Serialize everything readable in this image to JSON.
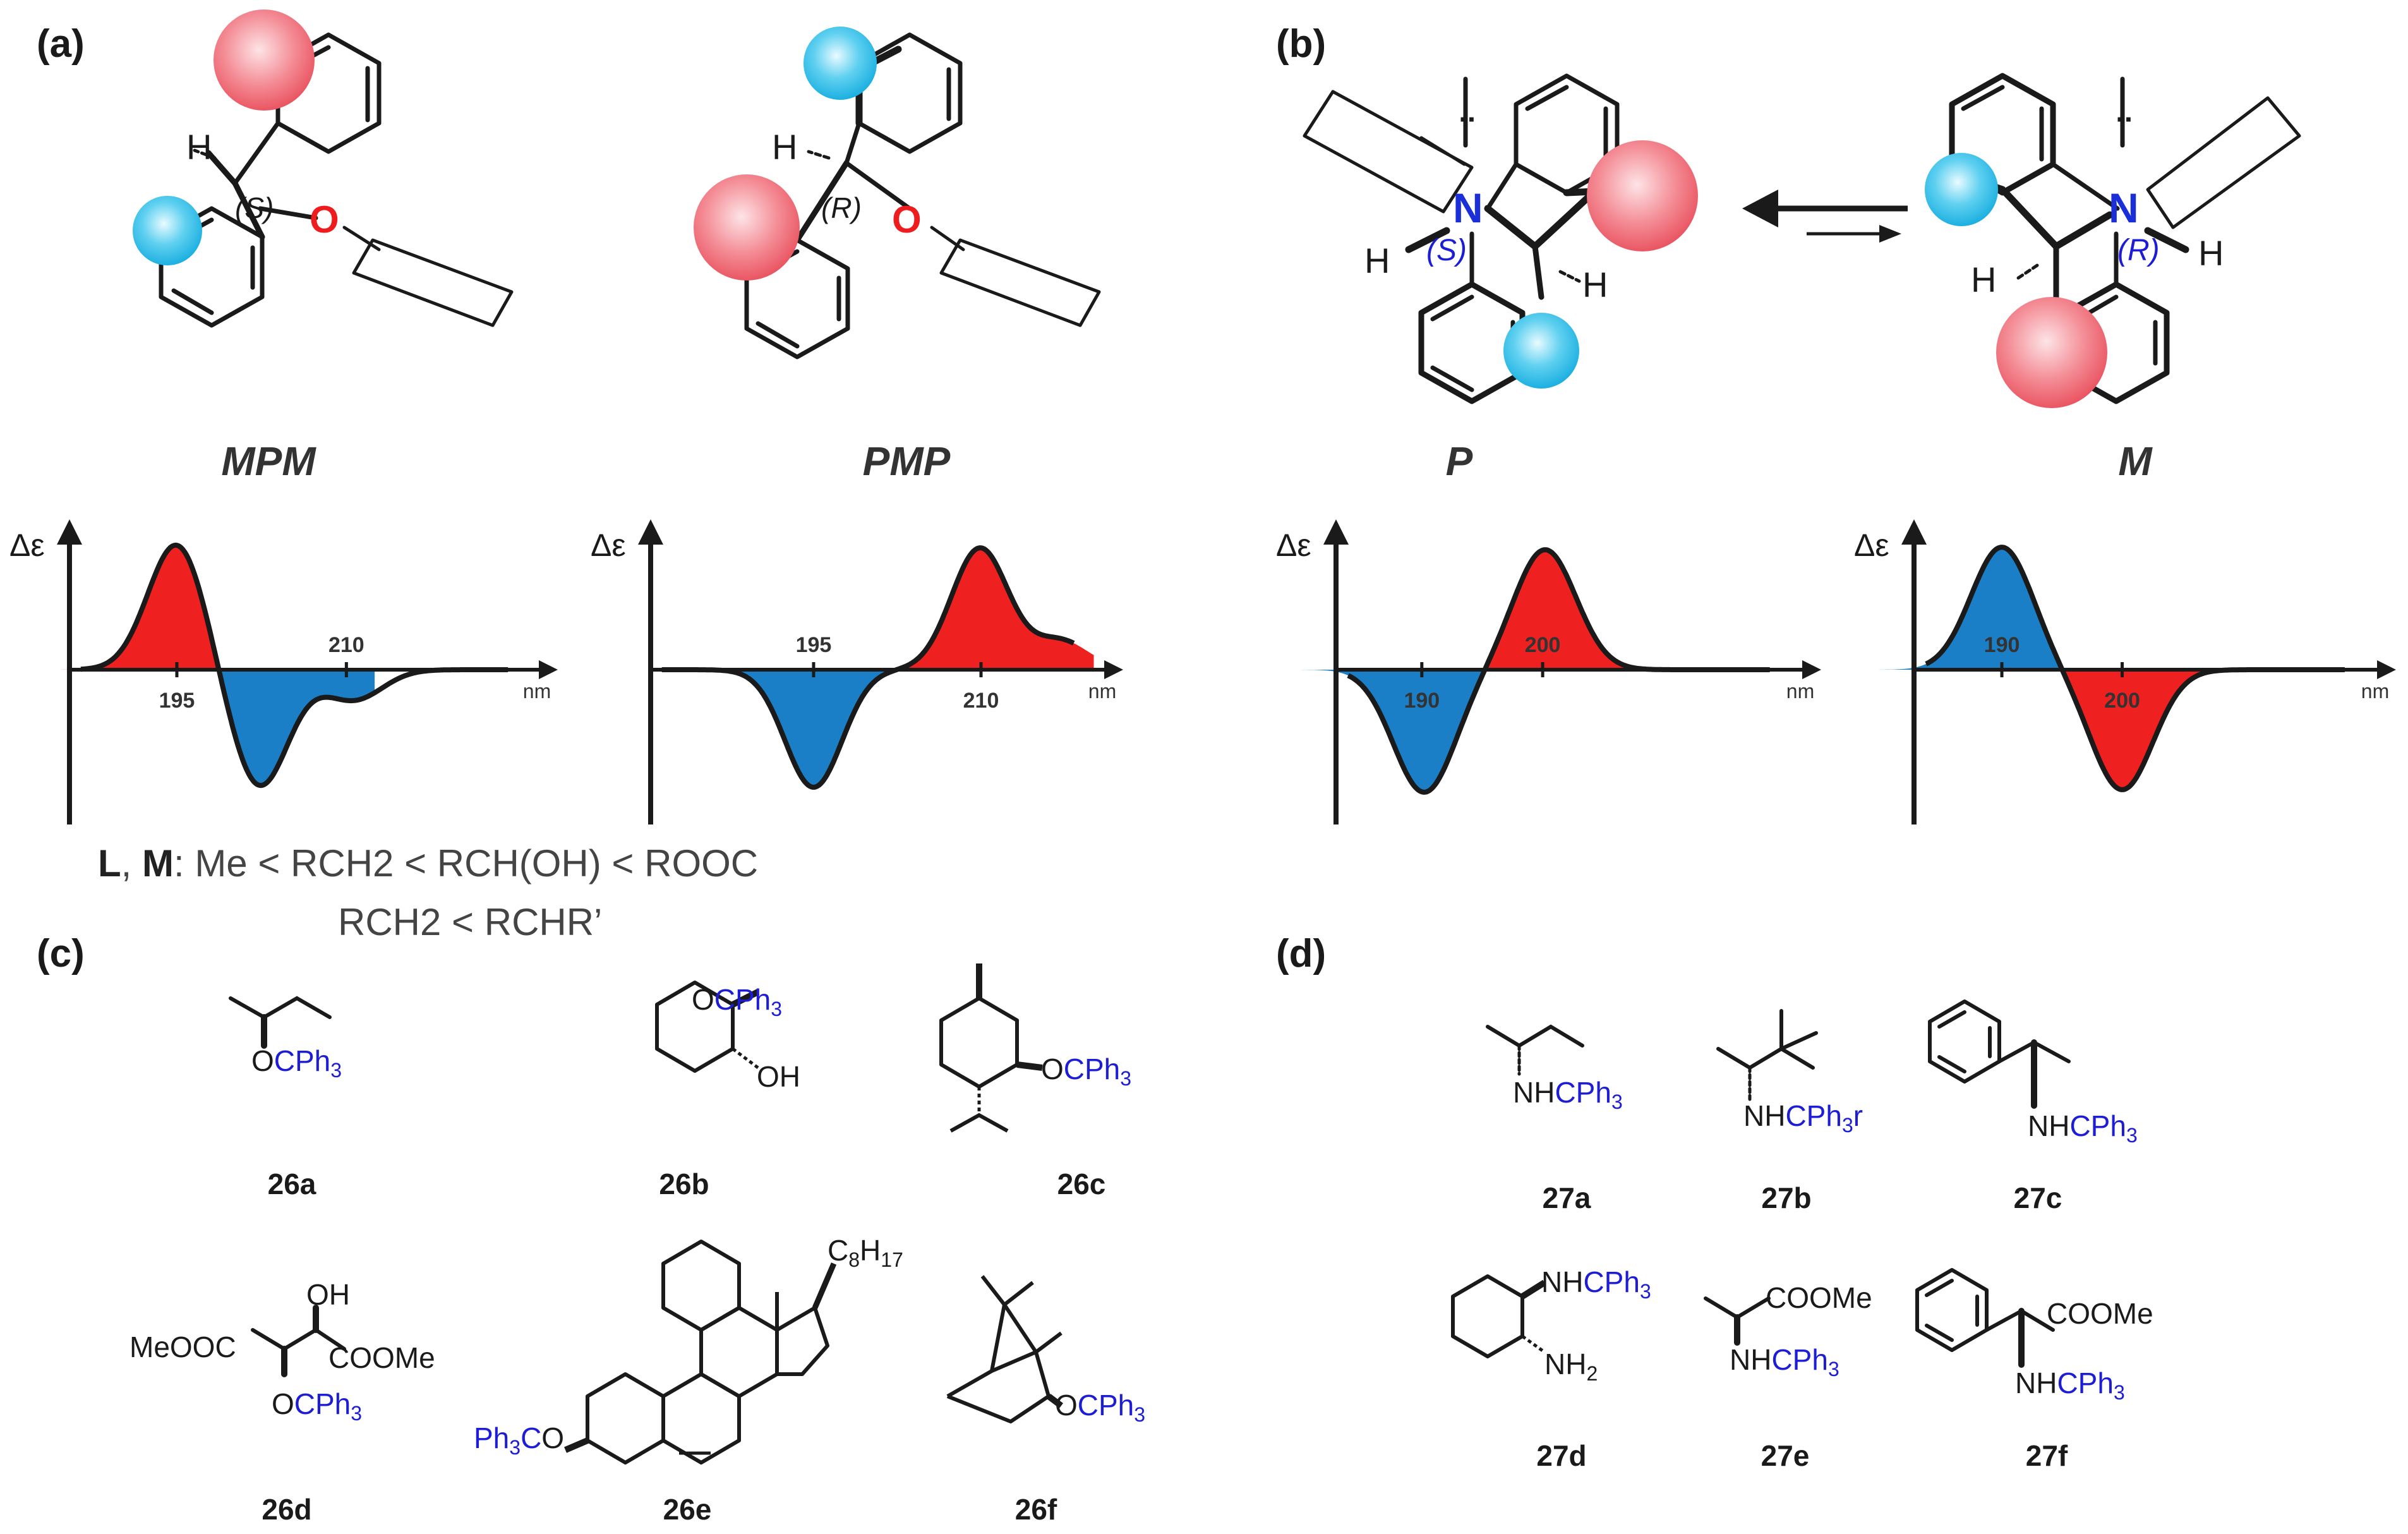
{
  "colors": {
    "positive_band": "#ee2020",
    "negative_band": "#1a7fc6",
    "hetero_atom_o": "#ee1c1c",
    "hetero_atom_n": "#1b2fd8",
    "group_label": "#1d1dd6",
    "large_substituent": "#f07a84",
    "medium_substituent": "#27b6e6",
    "ink": "#1a1a1a"
  },
  "icons": [
    "equilibrium-arrow-icon",
    "substituent-sphere-icon",
    "benzene-ring-icon"
  ],
  "panels": {
    "a": {
      "label": "(a)",
      "conformers": [
        {
          "name": "MPM",
          "stereo": "S",
          "h": "H",
          "o": "O"
        },
        {
          "name": "PMP",
          "stereo": "R",
          "h": "H",
          "o": "O"
        }
      ]
    },
    "b": {
      "label": "(b)",
      "conformers": [
        {
          "name": "P",
          "stereo": "S",
          "n": "N",
          "lone_pair": "¨",
          "h1": "H",
          "h2": "H"
        },
        {
          "name": "M",
          "stereo": "R",
          "n": "N",
          "lone_pair": "¨",
          "h1": "H",
          "h2": "H"
        }
      ]
    },
    "c": {
      "label": "(c)",
      "compounds": [
        {
          "id": "26a",
          "labels": {
            "g": "OCPh3"
          }
        },
        {
          "id": "26b",
          "labels": {
            "g": "OCPh3",
            "oh": "OH"
          }
        },
        {
          "id": "26c",
          "labels": {
            "g": "OCPh3"
          }
        },
        {
          "id": "26d",
          "labels": {
            "oh": "OH",
            "left": "MeOOC",
            "right": "COOMe",
            "g": "OCPh3"
          }
        },
        {
          "id": "26e",
          "labels": {
            "g": "Ph3CO",
            "side": "C8H17"
          }
        },
        {
          "id": "26f",
          "labels": {
            "g": "OCPh3"
          }
        }
      ]
    },
    "d": {
      "label": "(d)",
      "compounds": [
        {
          "id": "27a",
          "labels": {
            "nh": "NH",
            "g": "CPh3"
          }
        },
        {
          "id": "27b",
          "labels": {
            "nh": "NH",
            "g": "CPh3r"
          }
        },
        {
          "id": "27c",
          "labels": {
            "nh": "NH",
            "g": "CPh3"
          }
        },
        {
          "id": "27d",
          "labels": {
            "nh": "NH",
            "g": "CPh3",
            "nh2": "NH2"
          }
        },
        {
          "id": "27e",
          "labels": {
            "ester": "COOMe",
            "nh": "NH",
            "g": "CPh3"
          }
        },
        {
          "id": "27f",
          "labels": {
            "ester": "COOMe",
            "nh": "NH",
            "g": "CPh3"
          }
        }
      ]
    }
  },
  "priority_rule": {
    "lead_bold_1": "L",
    "sep": ", ",
    "lead_bold_2": "M",
    "line1": ": Me < RCH2 < RCH(OH) < ROOC",
    "line2": "RCH2 < RCHR’"
  },
  "chart_data": [
    {
      "type": "area",
      "name": "MPM",
      "ylabel": "Δε",
      "xlabel": "nm",
      "axis": "wavelength (nm)",
      "ticks": [
        {
          "label": "195",
          "value": 195,
          "side": "below"
        },
        {
          "label": "210",
          "value": 210,
          "side": "above"
        }
      ],
      "x_domain": [
        185.5,
        226.3
      ],
      "bands": [
        {
          "center": 195,
          "sign": "positive",
          "peak": 1.0,
          "fill": "red"
        },
        {
          "center": 202.3,
          "sign": "negative",
          "peak": -0.93,
          "fill": "blue"
        },
        {
          "center": 210.6,
          "sign": "negative",
          "peak": -0.24,
          "fill": "none"
        }
      ]
    },
    {
      "type": "area",
      "name": "PMP",
      "ylabel": "Δε",
      "xlabel": "nm",
      "axis": "wavelength (nm)",
      "ticks": [
        {
          "label": "195",
          "value": 195,
          "side": "above"
        },
        {
          "label": "210",
          "value": 210,
          "side": "below"
        }
      ],
      "x_domain": [
        180.4,
        220.3
      ],
      "bands": [
        {
          "center": 195,
          "sign": "negative",
          "peak": -0.93,
          "fill": "blue"
        },
        {
          "center": 209.9,
          "sign": "positive",
          "peak": 0.96,
          "fill": "red"
        },
        {
          "center": 217.1,
          "sign": "positive",
          "peak": 0.23,
          "fill": "none"
        }
      ]
    },
    {
      "type": "area",
      "name": "P",
      "ylabel": "Δε",
      "xlabel": "nm",
      "axis": "wavelength (nm)",
      "ticks": [
        {
          "label": "190",
          "value": 190,
          "side": "below"
        },
        {
          "label": "200",
          "value": 200,
          "side": "above"
        }
      ],
      "x_domain": [
        182.9,
        220.8
      ],
      "bands": [
        {
          "center": 190.2,
          "sign": "negative",
          "peak": -0.97,
          "fill": "blue"
        },
        {
          "center": 200.2,
          "sign": "positive",
          "peak": 0.95,
          "fill": "red"
        }
      ]
    },
    {
      "type": "area",
      "name": "M",
      "ylabel": "Δε",
      "xlabel": "nm",
      "axis": "wavelength (nm)",
      "ticks": [
        {
          "label": "190",
          "value": 190,
          "side": "above"
        },
        {
          "label": "200",
          "value": 200,
          "side": "below"
        }
      ],
      "x_domain": [
        182.7,
        220.5
      ],
      "bands": [
        {
          "center": 190,
          "sign": "positive",
          "peak": 0.97,
          "fill": "blue"
        },
        {
          "center": 200,
          "sign": "negative",
          "peak": -0.95,
          "fill": "red"
        }
      ]
    }
  ]
}
